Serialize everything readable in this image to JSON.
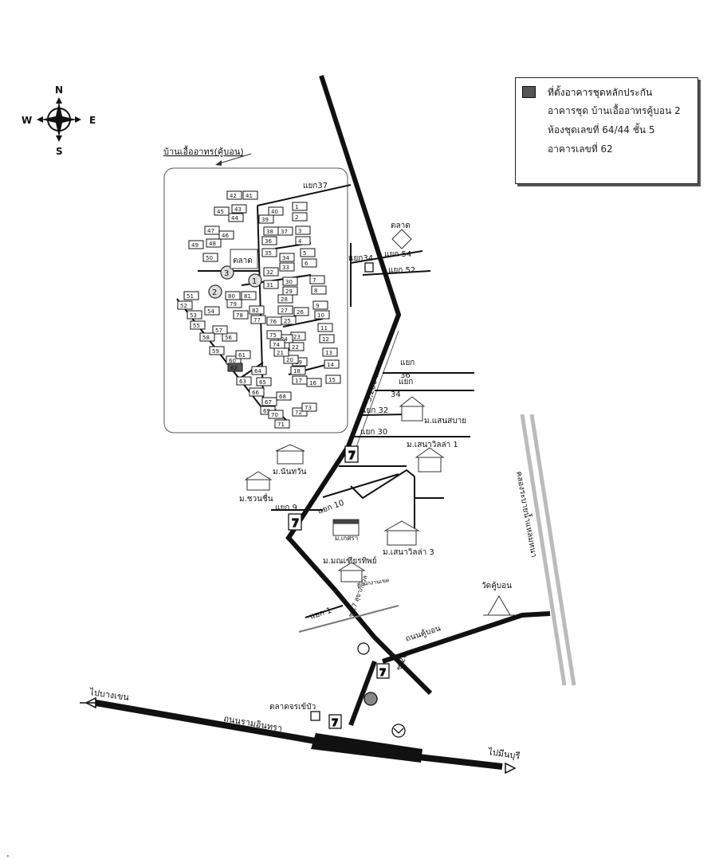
{
  "compass": {
    "n": "N",
    "s": "S",
    "e": "E",
    "w": "W"
  },
  "legend": {
    "title": "ที่ตั้งอาคารชุดหลักประกัน",
    "line1": "อาคารชุด บ้านเอื้ออาทรคู้บอน  2",
    "line2": "ห้องชุดเลขที่ 64/44  ชั้น 5",
    "line3": "อาคารเลขที่ 62",
    "swatch_color": "#555555"
  },
  "labels": {
    "project": "บ้านเอื้ออาทร(คู้บอน)",
    "market": "ตลาด",
    "market2": "ตลาด",
    "distance": "3,200 เมตร",
    "soi37": "แยก37",
    "soi34": "แยก34",
    "soi54": "แยก 54",
    "soi52": "แยก 52",
    "soi_a": "แยก",
    "soi_a_num": "36",
    "soi_b": "แยก",
    "soi34b": "34",
    "soi32": "แยก 32",
    "soi30": "แยก 30",
    "soi9": "แยก 9",
    "soi10": "แยก 10",
    "soi1": "แยก 1",
    "saensabai": "ม.แสนสบาย",
    "senavilla1": "ม.เสนาวิลล่า 1",
    "nanthawan": "ม.นันทวัน",
    "chuanchuen": "ม.ชวนชื่น",
    "kasara": "ม.เกศรา",
    "senavilla3": "ม.เสนาวิลล่า 3",
    "monthian": "ม.มณเฑียรทิพย์",
    "sanam": "สำนักงานเขต",
    "soi27": "ซ.27 สุขาภิบาล",
    "khubon_rd": "ถนนคู้บอน",
    "soi20": "ซ.20",
    "wat": "วัดคู้บอน",
    "canal": "คลองระบายน้ำแหลมหนา",
    "market3": "ตลาดจรเข้บัว",
    "ramintra": "ถนนรามอินทรา",
    "to_bangkhen": "ไปบางเขน",
    "to_minburi": "ไปมีนบุรี",
    "circle1": "1",
    "circle2": "2",
    "circle3": "3"
  },
  "buildings": [
    {
      "n": "1"
    },
    {
      "n": "2"
    },
    {
      "n": "3"
    },
    {
      "n": "4"
    },
    {
      "n": "5"
    },
    {
      "n": "6"
    },
    {
      "n": "7"
    },
    {
      "n": "8"
    },
    {
      "n": "9"
    },
    {
      "n": "10"
    },
    {
      "n": "11"
    },
    {
      "n": "12"
    },
    {
      "n": "13"
    },
    {
      "n": "14"
    },
    {
      "n": "15"
    },
    {
      "n": "16"
    },
    {
      "n": "17"
    },
    {
      "n": "18"
    },
    {
      "n": "19"
    },
    {
      "n": "20"
    },
    {
      "n": "21"
    },
    {
      "n": "22"
    },
    {
      "n": "23"
    },
    {
      "n": "24"
    },
    {
      "n": "25"
    },
    {
      "n": "26"
    },
    {
      "n": "27"
    },
    {
      "n": "28"
    },
    {
      "n": "29"
    },
    {
      "n": "30"
    },
    {
      "n": "31"
    },
    {
      "n": "32"
    },
    {
      "n": "33"
    },
    {
      "n": "34"
    },
    {
      "n": "35"
    },
    {
      "n": "36"
    },
    {
      "n": "37"
    },
    {
      "n": "38"
    },
    {
      "n": "39"
    },
    {
      "n": "40"
    },
    {
      "n": "41"
    },
    {
      "n": "42"
    },
    {
      "n": "43"
    },
    {
      "n": "44"
    },
    {
      "n": "45"
    },
    {
      "n": "46"
    },
    {
      "n": "47"
    },
    {
      "n": "48"
    },
    {
      "n": "49"
    },
    {
      "n": "50"
    },
    {
      "n": "51"
    },
    {
      "n": "52"
    },
    {
      "n": "53"
    },
    {
      "n": "54"
    },
    {
      "n": "55"
    },
    {
      "n": "56"
    },
    {
      "n": "57"
    },
    {
      "n": "58"
    },
    {
      "n": "59"
    },
    {
      "n": "60"
    },
    {
      "n": "61"
    },
    {
      "n": "62"
    },
    {
      "n": "63"
    },
    {
      "n": "64"
    },
    {
      "n": "65"
    },
    {
      "n": "66"
    },
    {
      "n": "67"
    },
    {
      "n": "68"
    },
    {
      "n": "69"
    },
    {
      "n": "70"
    },
    {
      "n": "71"
    },
    {
      "n": "72"
    },
    {
      "n": "73"
    },
    {
      "n": "74"
    },
    {
      "n": "75"
    },
    {
      "n": "76"
    },
    {
      "n": "77"
    },
    {
      "n": "78"
    },
    {
      "n": "79"
    },
    {
      "n": "80"
    },
    {
      "n": "81"
    },
    {
      "n": "82"
    }
  ],
  "colors": {
    "road": "#111111",
    "canal": "#bbbbbb",
    "highlight": "#555555"
  },
  "footer_mark": "."
}
